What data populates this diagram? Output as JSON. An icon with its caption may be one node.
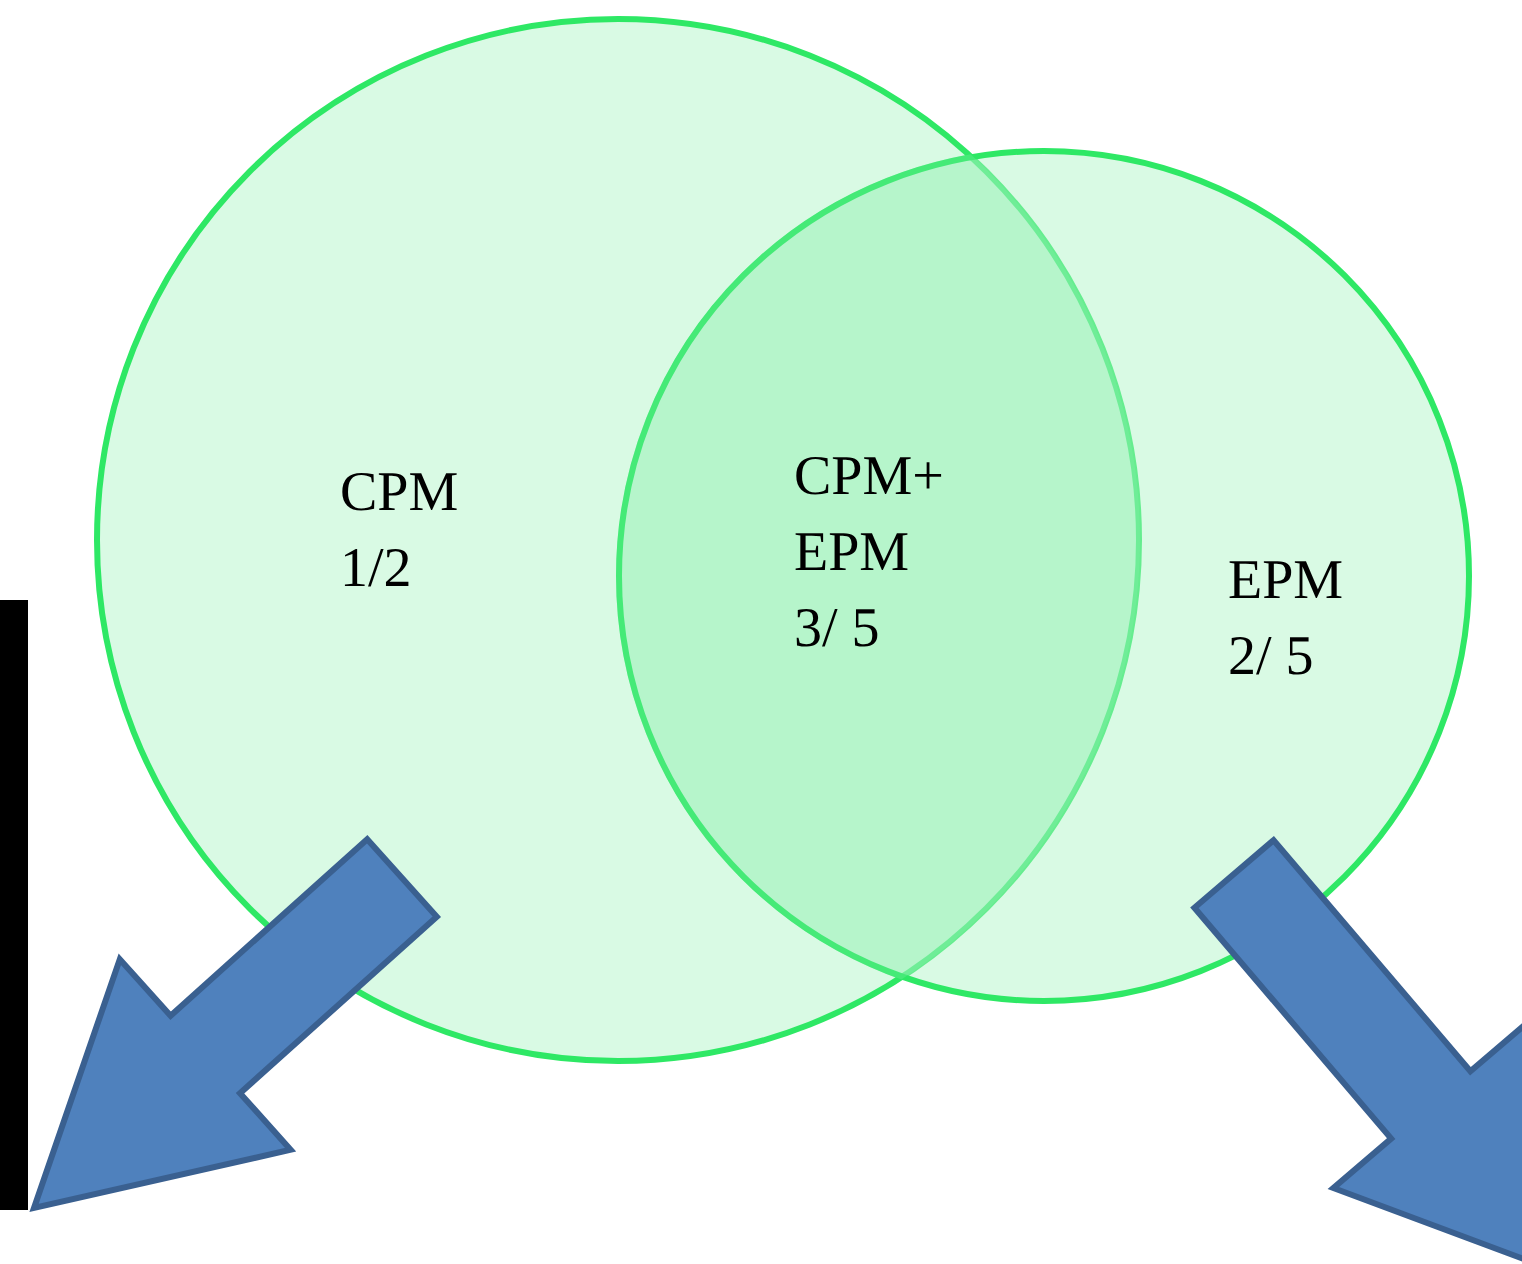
{
  "diagram": {
    "nodes": [
      {
        "text": [
          "CPM 1/2"
        ]
      },
      {
        "text": [
          "EPM 2/ 5"
        ]
      },
      {
        "text": [
          "CPM+ EPM 3/ 5"
        ]
      }
    ],
    "edges": [
      {
        "from": 0,
        "to": null,
        "arrow": "to",
        "style": "thick"
      },
      {
        "from": 1,
        "to": null,
        "arrow": "to",
        "style": "thick"
      }
    ]
  }
}
